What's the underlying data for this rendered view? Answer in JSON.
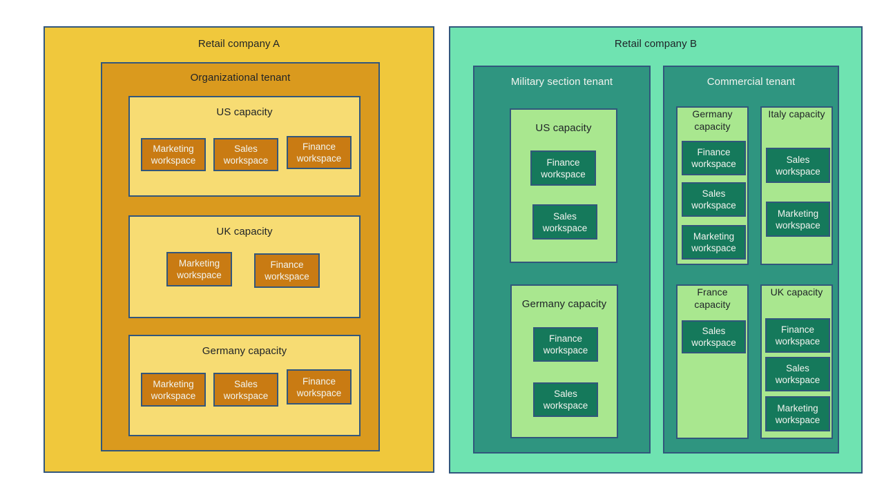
{
  "palette": {
    "page_bg": "#ffffff",
    "border": "#31567C",
    "text_dark": "#1E2227",
    "text_light": "#F2F4EF",
    "company_a_bg": "#F0C83C",
    "tenant_a_bg": "#DA9A1E",
    "capacity_a_bg": "#F7DC73",
    "workspace_a_bg": "#C97B13",
    "company_b_bg": "#6FE3B1",
    "tenant_b_bg": "#2F9580",
    "capacity_b_bg": "#A9E78F",
    "workspace_b_bg": "#15795B"
  },
  "companies": [
    {
      "title": "Retail company A",
      "tenants": [
        {
          "title": "Organizational tenant",
          "capacities": [
            {
              "title": "US capacity",
              "workspaces": [
                "Marketing workspace",
                "Sales workspace",
                "Finance workspace"
              ]
            },
            {
              "title": "UK capacity",
              "workspaces": [
                "Marketing workspace",
                "Finance workspace"
              ]
            },
            {
              "title": "Germany capacity",
              "workspaces": [
                "Marketing workspace",
                "Sales workspace",
                "Finance workspace"
              ]
            }
          ]
        }
      ]
    },
    {
      "title": "Retail company B",
      "tenants": [
        {
          "title": "Military section tenant",
          "capacities": [
            {
              "title": "US capacity",
              "workspaces": [
                "Finance workspace",
                "Sales workspace"
              ]
            },
            {
              "title": "Germany capacity",
              "workspaces": [
                "Finance workspace",
                "Sales workspace"
              ]
            }
          ]
        },
        {
          "title": "Commercial tenant",
          "capacities": [
            {
              "title": "Germany capacity",
              "workspaces": [
                "Finance workspace",
                "Sales workspace",
                "Marketing workspace"
              ]
            },
            {
              "title": "Italy capacity",
              "workspaces": [
                "Sales workspace",
                "Marketing workspace"
              ]
            },
            {
              "title": "France capacity",
              "workspaces": [
                "Sales workspace"
              ]
            },
            {
              "title": "UK capacity",
              "workspaces": [
                "Finance workspace",
                "Sales workspace",
                "Marketing workspace"
              ]
            }
          ]
        }
      ]
    }
  ]
}
